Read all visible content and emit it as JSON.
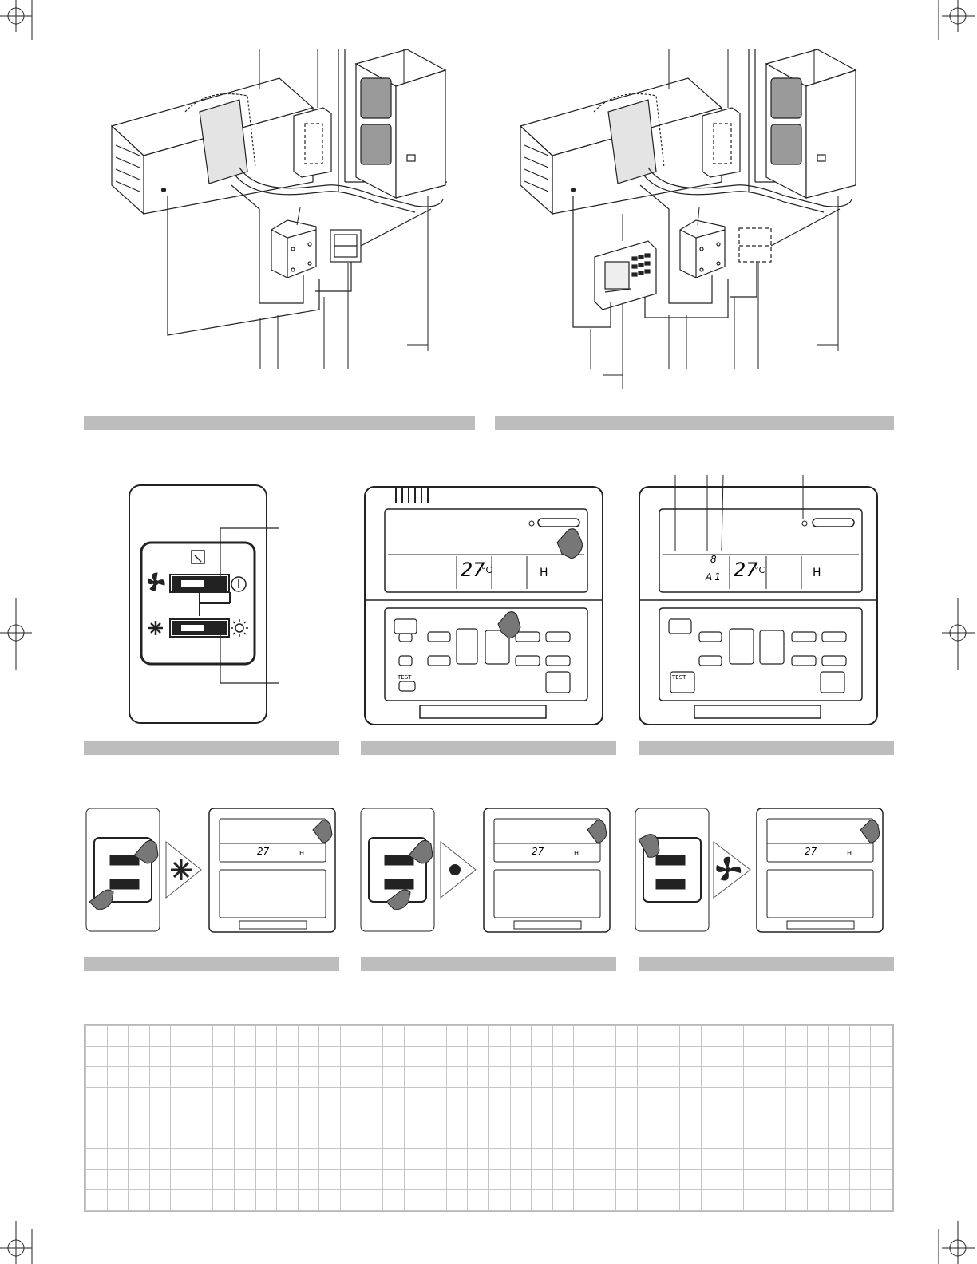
{
  "section_bars": [
    {
      "id": "fig1",
      "label": ""
    },
    {
      "id": "fig2",
      "label": ""
    },
    {
      "id": "fig3",
      "label": ""
    },
    {
      "id": "fig4",
      "label": ""
    },
    {
      "id": "fig5",
      "label": ""
    },
    {
      "id": "fig6",
      "label": ""
    },
    {
      "id": "fig7",
      "label": ""
    },
    {
      "id": "fig8",
      "label": ""
    }
  ],
  "lcd": {
    "temperature": "27",
    "unit": "°C",
    "fan_speed": "H",
    "error_code": "A1",
    "unit_number": "8",
    "test_label": "TEST"
  },
  "grid": {
    "rows": 9,
    "cols": 38
  },
  "colors": {
    "bar": "#bdbdbd",
    "grid_line": "#c4c4c4",
    "hand": "#777777",
    "lcd_border": "#333333"
  }
}
